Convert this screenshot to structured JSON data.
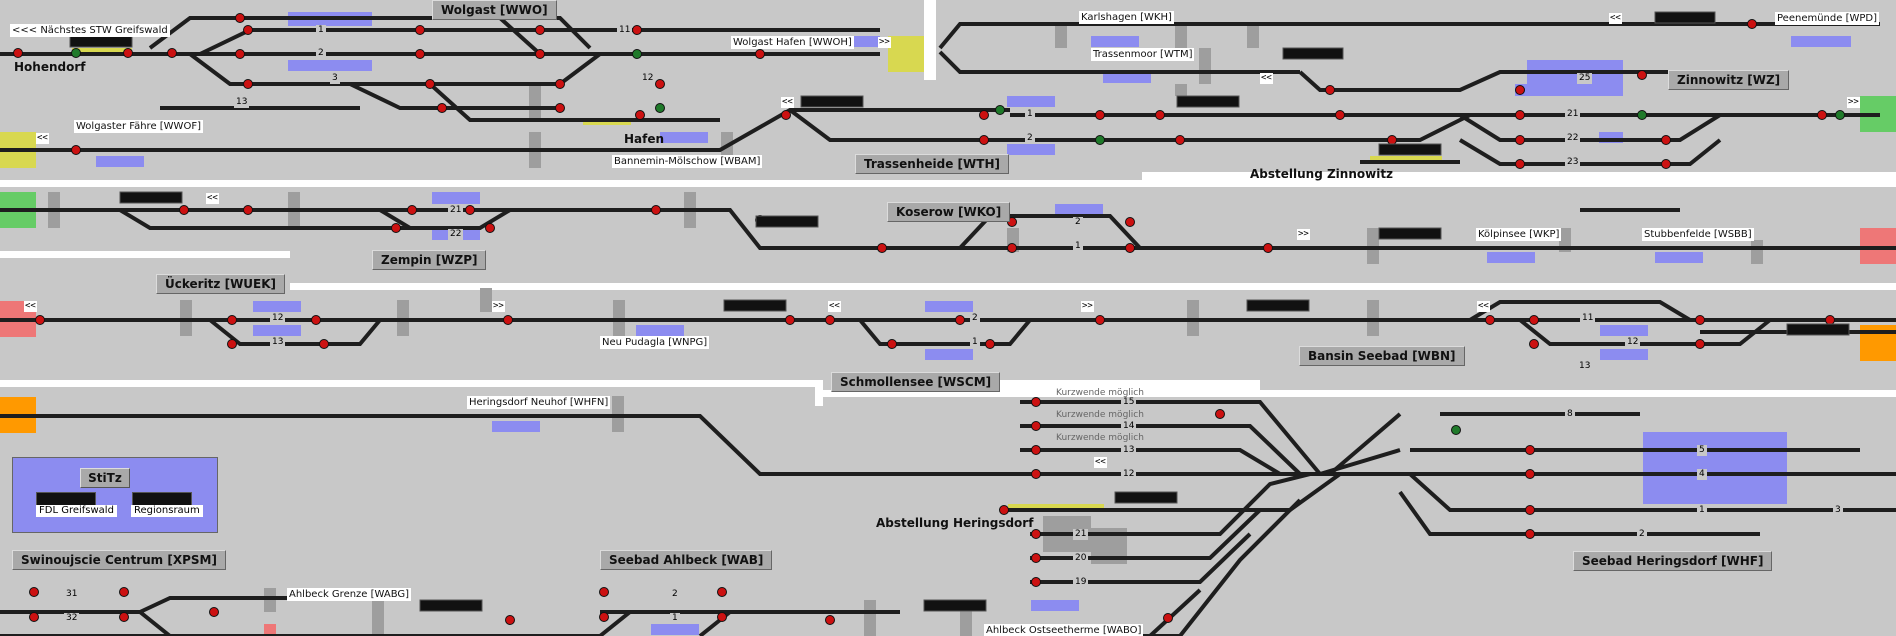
{
  "stations": {
    "wwo": "Wolgast [WWO]",
    "wth": "Trassenheide [WTH]",
    "wz": "Zinnowitz [WZ]",
    "wko": "Koserow [WKO]",
    "wzp": "Zempin [WZP]",
    "wuek": "Ückeritz [WUEK]",
    "wscm": "Schmollensee [WSCM]",
    "wbn": "Bansin Seebad [WBN]",
    "xpsm": "Swinoujscie Centrum [XPSM]",
    "wab": "Seebad Ahlbeck [WAB]",
    "whf": "Seebad Heringsdorf [WHF]"
  },
  "labels": {
    "stw_greifswald": "<<< Nächstes STW Greifswald",
    "hohendorf": "Hohendorf",
    "wolgaster_faehre": "Wolgaster Fähre [WWOF]",
    "wolgast_hafen": "Wolgast Hafen [WWOH]",
    "hafen": "Hafen",
    "bannemin": "Bannemin-Mölschow [WBAM]",
    "karlshagen": "Karlshagen [WKH]",
    "trassenmoor": "Trassenmoor [WTM]",
    "peenemuende": "Peenemünde [WPD]",
    "abst_zinnowitz": "Abstellung Zinnowitz",
    "koelpinsee": "Kölpinsee [WKP]",
    "stubbenfelde": "Stubbenfelde [WSBB]",
    "neu_pudagla": "Neu Pudagla [WNPG]",
    "heringsdorf_neuhof": "Heringsdorf Neuhof [WHFN]",
    "abst_heringsdorf": "Abstellung Heringsdorf",
    "ahlbeck_grenze": "Ahlbeck Grenze [WABG]",
    "ahlbeck_ostseetherme": "Ahlbeck Ostseetherme [WABO]",
    "kurzwende1": "Kurzwende möglich",
    "kurzwende2": "Kurzwende möglich",
    "kurzwende3": "Kurzwende möglich"
  },
  "legend": {
    "title": "StiTz",
    "fdl": "FDL Greifswald",
    "region": "Regionsraum"
  },
  "tracks": {
    "wwo_1": "1",
    "wwo_2": "2",
    "wwo_3": "3",
    "wwo_13": "13",
    "wwo_11": "11",
    "wwo_12": "12",
    "wz_25": "25",
    "wz_21": "21",
    "wz_22": "22",
    "wz_23": "23",
    "wth_1": "1",
    "wth_2": "2",
    "wzp_21": "21",
    "wzp_22": "22",
    "wko_2": "2",
    "wko_1": "1",
    "wuek_12": "12",
    "wuek_13": "13",
    "wscm_2": "2",
    "wscm_1": "1",
    "wbn_11": "11",
    "wbn_12": "12",
    "wbn_13": "13",
    "whf_15": "15",
    "whf_14": "14",
    "whf_13": "13",
    "whf_12": "12",
    "whf_21": "21",
    "whf_20": "20",
    "whf_19": "19",
    "whf_8": "8",
    "whf_5": "5",
    "whf_4": "4",
    "whf_1": "1",
    "whf_2": "2",
    "whf_3": "3",
    "xpsm_31": "31",
    "xpsm_32": "32",
    "wab_2": "2",
    "wab_1": "1"
  },
  "arrows": {
    "left": "<<",
    "right": ">>"
  },
  "colors": {
    "background": "#c8c8c8",
    "track": "#1e1e1e",
    "signal_red": "#cc1111",
    "signal_green": "#1f7a2a",
    "platform": "#8c8cf0",
    "yellow": "#d8d850",
    "green_exit": "#66cc66",
    "red_exit": "#ee7777",
    "orange_exit": "#ff9900",
    "separator": "#ffffff"
  }
}
